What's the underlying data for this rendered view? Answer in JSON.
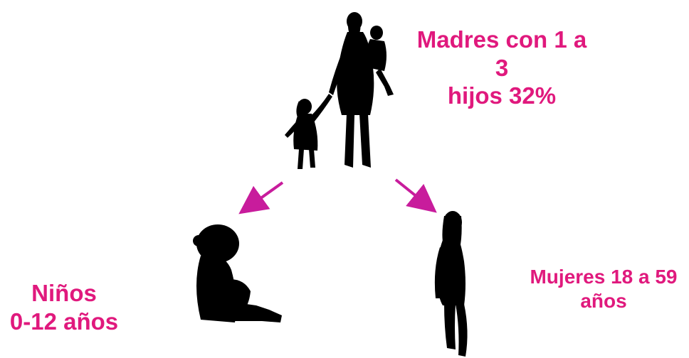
{
  "labels": {
    "madres": {
      "line1": "Madres con 1 a 3",
      "line2": "hijos 32%"
    },
    "ninos": {
      "line1": "Niños",
      "line2": "0-12 años"
    },
    "mujeres": {
      "line1": "Mujeres 18 a 59",
      "line2": "años"
    }
  },
  "colors": {
    "label_text": "#e0197d",
    "arrow": "#c81c9c",
    "silhouette": "#000000"
  },
  "icons": {
    "mother_group": "mother-with-children-silhouette",
    "child": "sitting-child-silhouette",
    "woman": "standing-woman-silhouette",
    "arrows": [
      "arrow-down-left",
      "arrow-down-right"
    ]
  }
}
